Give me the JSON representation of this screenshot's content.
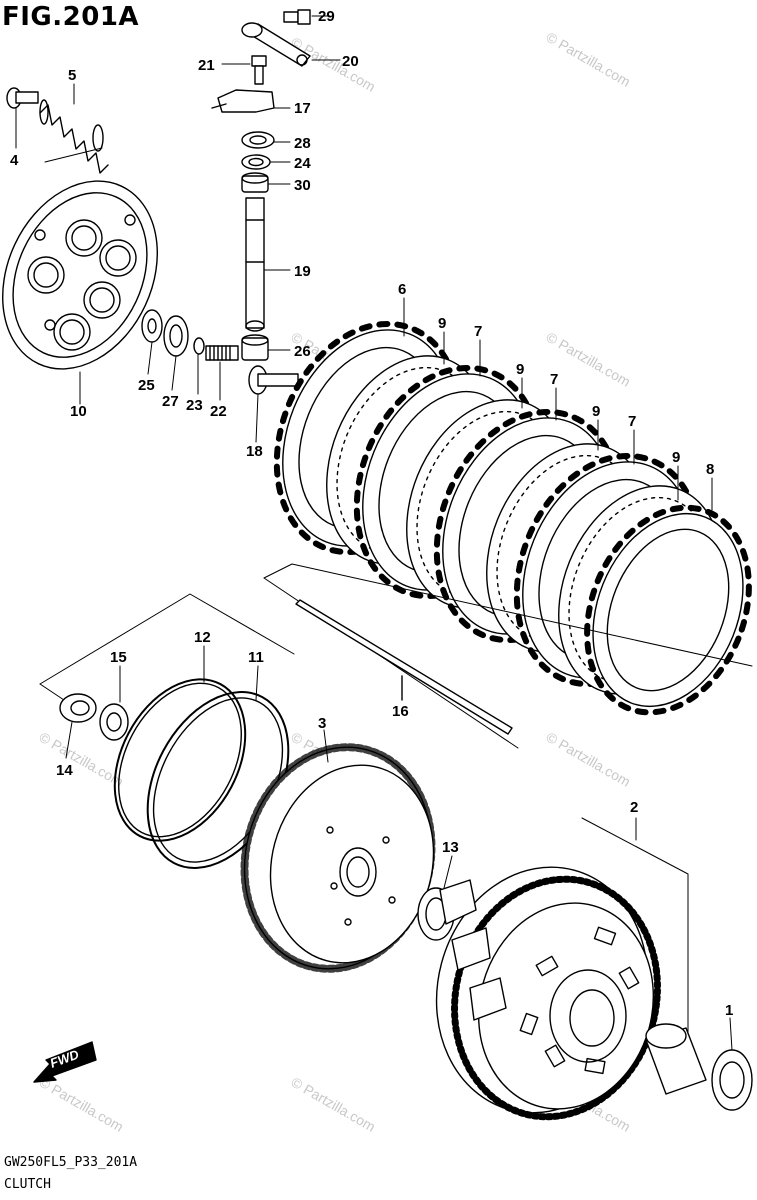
{
  "figure": {
    "title": "FIG.201A",
    "code": "GW250FL5_P33_201A",
    "caption": "CLUTCH",
    "direction_label": "FWD"
  },
  "watermark": "© Partzilla.com",
  "colors": {
    "ink": "#000000",
    "paper": "#ffffff",
    "watermark": "#c8c8c8"
  },
  "callouts": [
    {
      "id": "c1",
      "text": "1"
    },
    {
      "id": "c2",
      "text": "2"
    },
    {
      "id": "c3",
      "text": "3"
    },
    {
      "id": "c4",
      "text": "4"
    },
    {
      "id": "c5",
      "text": "5"
    },
    {
      "id": "c6",
      "text": "6"
    },
    {
      "id": "c7a",
      "text": "7"
    },
    {
      "id": "c7b",
      "text": "7"
    },
    {
      "id": "c7c",
      "text": "7"
    },
    {
      "id": "c8",
      "text": "8"
    },
    {
      "id": "c9a",
      "text": "9"
    },
    {
      "id": "c9b",
      "text": "9"
    },
    {
      "id": "c9c",
      "text": "9"
    },
    {
      "id": "c9d",
      "text": "9"
    },
    {
      "id": "c10",
      "text": "10"
    },
    {
      "id": "c11",
      "text": "11"
    },
    {
      "id": "c12",
      "text": "12"
    },
    {
      "id": "c13",
      "text": "13"
    },
    {
      "id": "c14",
      "text": "14"
    },
    {
      "id": "c15",
      "text": "15"
    },
    {
      "id": "c16",
      "text": "16"
    },
    {
      "id": "c17",
      "text": "17"
    },
    {
      "id": "c18",
      "text": "18"
    },
    {
      "id": "c19",
      "text": "19"
    },
    {
      "id": "c20",
      "text": "20"
    },
    {
      "id": "c21",
      "text": "21"
    },
    {
      "id": "c22",
      "text": "22"
    },
    {
      "id": "c23",
      "text": "23"
    },
    {
      "id": "c24",
      "text": "24"
    },
    {
      "id": "c25",
      "text": "25"
    },
    {
      "id": "c26",
      "text": "26"
    },
    {
      "id": "c27",
      "text": "27"
    },
    {
      "id": "c28",
      "text": "28"
    },
    {
      "id": "c29",
      "text": "29"
    },
    {
      "id": "c30",
      "text": "30"
    }
  ]
}
